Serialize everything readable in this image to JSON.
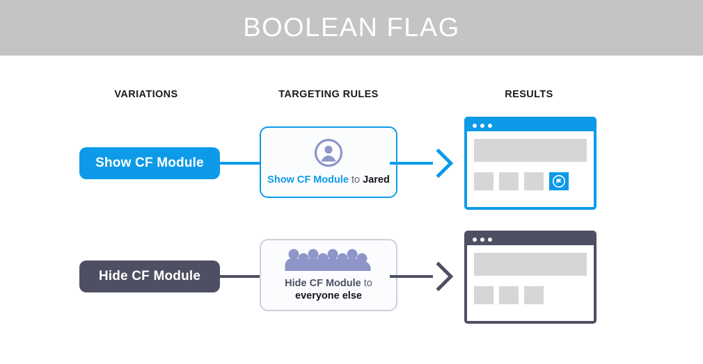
{
  "header": {
    "title": "BOOLEAN FLAG",
    "background_color": "#c4c4c4",
    "text_color": "#ffffff"
  },
  "columns": {
    "variations": "VARIATIONS",
    "targeting_rules": "TARGETING RULES",
    "results": "RESULTS"
  },
  "colors": {
    "blue": "#0d9ae8",
    "slate": "#4e4f63",
    "icon_purple": "#8e95c8",
    "block_gray": "#d6d6d6",
    "rule_border_gray": "#cdd0d8"
  },
  "rows": [
    {
      "variation": {
        "label": "Show CF Module",
        "color": "#0d9ae8"
      },
      "rule": {
        "icon": "single-user-icon",
        "flag_text": "Show CF Module",
        "connector_text": "to",
        "audience_text": "Jared",
        "border_color": "#0d9ae8"
      },
      "arrow": {
        "name": "flow-arrow",
        "color": "#0d9ae8"
      },
      "result": {
        "window_name": "browser-window-with-cf-module",
        "border_color": "#0d9ae8",
        "titlebar_color": "#0d9ae8",
        "dots": 3,
        "tiles": 3,
        "cf_module_tile": true,
        "cf_module_icon": "cf-module-flag-icon"
      }
    },
    {
      "variation": {
        "label": "Hide CF Module",
        "color": "#4e4f63"
      },
      "rule": {
        "icon": "group-of-people-icon",
        "flag_text": "Hide CF Module",
        "connector_text": "to",
        "audience_text": "everyone else",
        "border_color": "#cdd0d8"
      },
      "arrow": {
        "name": "flow-arrow",
        "color": "#4e4f63"
      },
      "result": {
        "window_name": "browser-window-without-cf-module",
        "border_color": "#4e4f63",
        "titlebar_color": "#4e4f63",
        "dots": 3,
        "tiles": 3,
        "cf_module_tile": false,
        "cf_module_icon": null
      }
    }
  ]
}
